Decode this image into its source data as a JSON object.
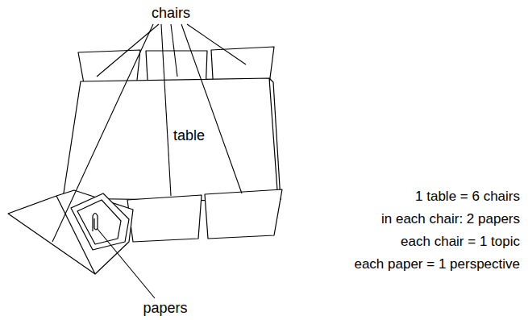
{
  "diagram": {
    "nodes": [
      {
        "text": [
          "table"
        ]
      }
    ],
    "labels": [
      "chairs",
      "papers",
      "1 table = 6 chairs",
      "in each chair: 2 papers",
      "each chair = 1 topic",
      "each paper = 1 perspective"
    ]
  }
}
